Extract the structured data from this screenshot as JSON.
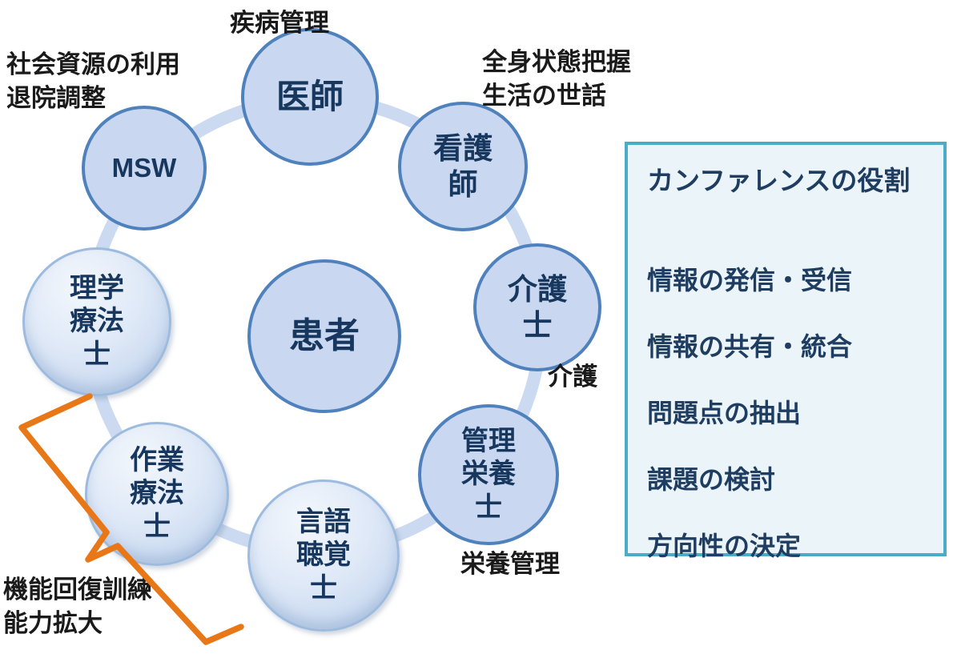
{
  "diagram": {
    "center_circle": {
      "label": "患者"
    },
    "ring_circles": {
      "doctor": {
        "label": "医師"
      },
      "nurse": {
        "label": "看護\n師"
      },
      "care_worker": {
        "label": "介護\n士"
      },
      "dietitian": {
        "label": "管理\n栄養\n士"
      },
      "speech_therapist": {
        "label": "言語\n聴覚\n士"
      },
      "occupational_therapist": {
        "label": "作業\n療法\n士"
      },
      "physical_therapist": {
        "label": "理学\n療法\n士"
      },
      "msw": {
        "label": "MSW"
      }
    },
    "annotations": {
      "disease_management": "疾病管理",
      "social_resources": "社会資源の利用\n退院調整",
      "general_condition": "全身状態把握\n生活の世話",
      "care": "介護",
      "nutrition_management": "栄養管理",
      "function_recovery": "機能回復訓練\n能力拡大"
    }
  },
  "panel": {
    "title": "カンファレンスの役割",
    "items": [
      "情報の発信・受信",
      "情報の共有・統合",
      "問題点の抽出",
      "課題の検討",
      "方向性の決定"
    ]
  },
  "colors": {
    "circle_fill": "#C9D8F0",
    "circle_border": "#4F81BD",
    "glossy_border": "#9DBBDE",
    "ring_connector": "#CBDAF1",
    "circle_text": "#17375E",
    "panel_background": "#EAF4F9",
    "panel_border": "#4BACC6",
    "panel_text": "#1F3C61",
    "annotation_text": "#1A1A1A",
    "brace_orange": "#E87817"
  }
}
